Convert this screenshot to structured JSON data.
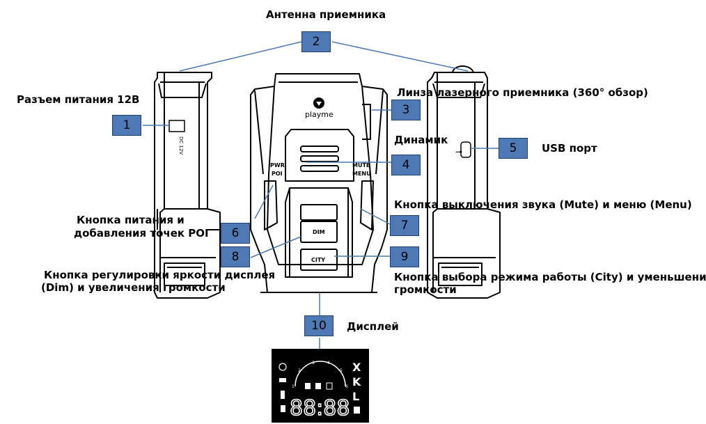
{
  "labels": {
    "antenna": "Антенна приемника",
    "power_jack": "Разъем питания 12В",
    "laser_lens": "Линза лазерного приемника (360° обзор)",
    "speaker": "Динамик",
    "usb": "USB порт",
    "mute_menu": "Кнопка выключения звука (Mute) и меню (Menu)",
    "power_poi_1": "Кнопка питания и",
    "power_poi_2": "добавления точек POI",
    "dim_1": "Кнопка регулировки яркости дисплея",
    "dim_2": "(Dim) и увеличения громкости",
    "city_1": "Кнопка выбора режима работы (City) и уменьшения",
    "city_2": "громкости",
    "display": "Дисплей"
  },
  "callouts": [
    "1",
    "2",
    "3",
    "4",
    "5",
    "6",
    "7",
    "8",
    "9",
    "10"
  ],
  "device": {
    "brand": "playme",
    "btn_pwr": "PWR",
    "btn_poi": "POI",
    "btn_mute": "MUTE",
    "btn_menu": "MENU",
    "btn_dim": "DIM",
    "btn_city": "CITY",
    "side_jack_label": "DC 12V"
  },
  "display_panel": {
    "digits": "88:88",
    "band_letters": [
      "X",
      "K",
      "L"
    ],
    "scale_marks": [
      "1",
      "2",
      "3",
      "4",
      "5",
      "6"
    ]
  },
  "colors": {
    "callout_fill": "#4f79b4",
    "callout_border": "#1f3f6f",
    "leader_line": "#4a78b5",
    "display_bg": "#000000",
    "display_fg": "#ffffff"
  }
}
